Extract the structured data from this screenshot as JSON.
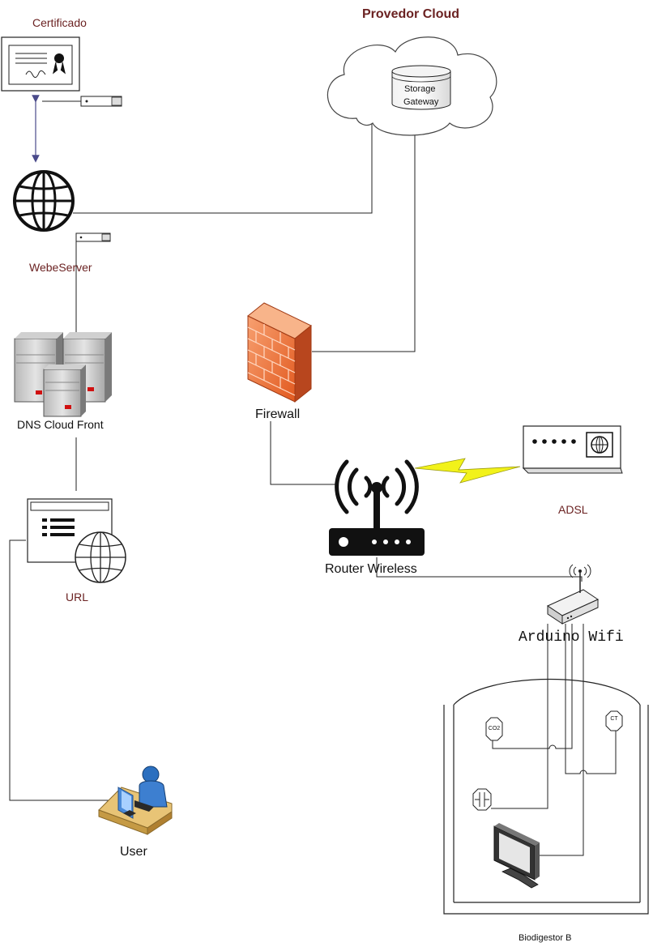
{
  "labels": {
    "certificado": "Certificado",
    "provedor_cloud": "Provedor Cloud",
    "storage_gateway_line1": "Storage",
    "storage_gateway_line2": "Gateway",
    "webserver": "WebeServer",
    "dns_cloud_front": "DNS Cloud Front",
    "url": "URL",
    "user": "User",
    "firewall": "Firewall",
    "adsl": "ADSL",
    "router_wireless": "Router Wireless",
    "arduino_wifi": "Arduino Wifi",
    "biodigestor": "Biodigestor B",
    "sensor_co2": "CO2",
    "sensor_ct": "CT"
  },
  "icons": [
    "certificate-icon",
    "cloud-icon",
    "database-icon",
    "globe-icon",
    "server-rack-icon",
    "browser-window-icon",
    "user-at-computer-icon",
    "firewall-icon",
    "modem-icon",
    "lightning-icon",
    "wireless-router-icon",
    "arduino-wifi-icon",
    "sensor-icon",
    "monitor-icon"
  ],
  "colors": {
    "label_brown": "#6b2222",
    "firewall_orange": "#f07a3c",
    "lightning_yellow": "#f2f21a",
    "link_arrow": "#4a4a8a"
  }
}
